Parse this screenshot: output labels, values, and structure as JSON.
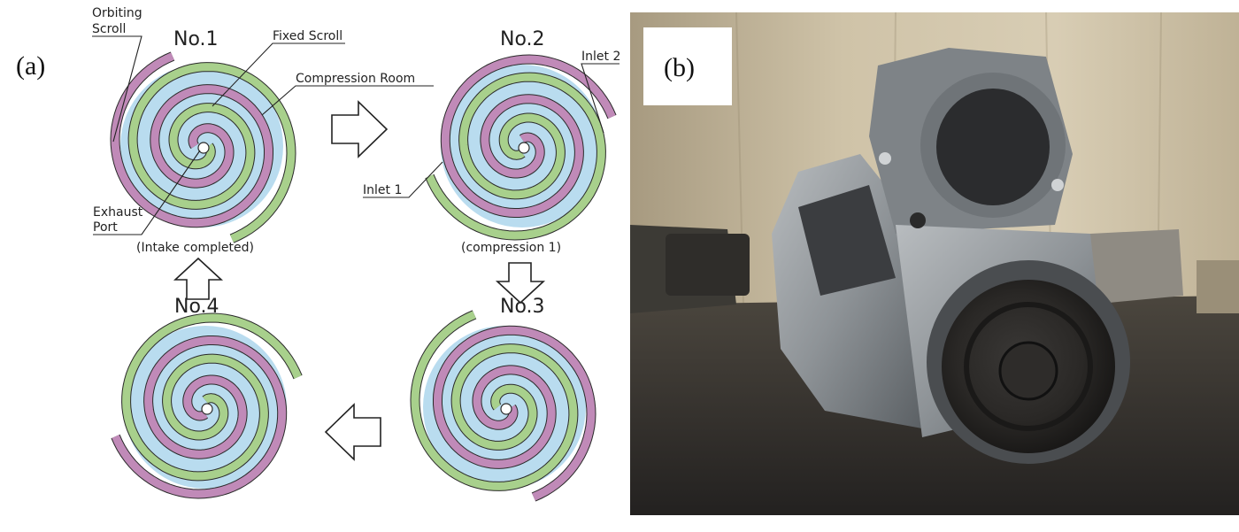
{
  "panel_a": {
    "label": "(a)",
    "stages": [
      {
        "title": "No.1",
        "caption": "(Intake completed)"
      },
      {
        "title": "No.2",
        "caption": "(compression 1)"
      },
      {
        "title": "No.3",
        "caption": ""
      },
      {
        "title": "No.4",
        "caption": ""
      }
    ],
    "labels": {
      "orbiting_scroll_1": "Orbiting",
      "orbiting_scroll_2": "Scroll",
      "fixed_scroll": "Fixed Scroll",
      "compression_room": "Compression Room",
      "exhaust_port_1": "Exhaust",
      "exhaust_port_2": "Port",
      "inlet_1": "Inlet 1",
      "inlet_2": "Inlet 2"
    },
    "colors": {
      "orbiting": "#c08ab8",
      "fixed": "#a8d08c",
      "room": "#b9dcef",
      "outline": "#2a2a2a"
    }
  },
  "panel_b": {
    "label": "(b)"
  }
}
